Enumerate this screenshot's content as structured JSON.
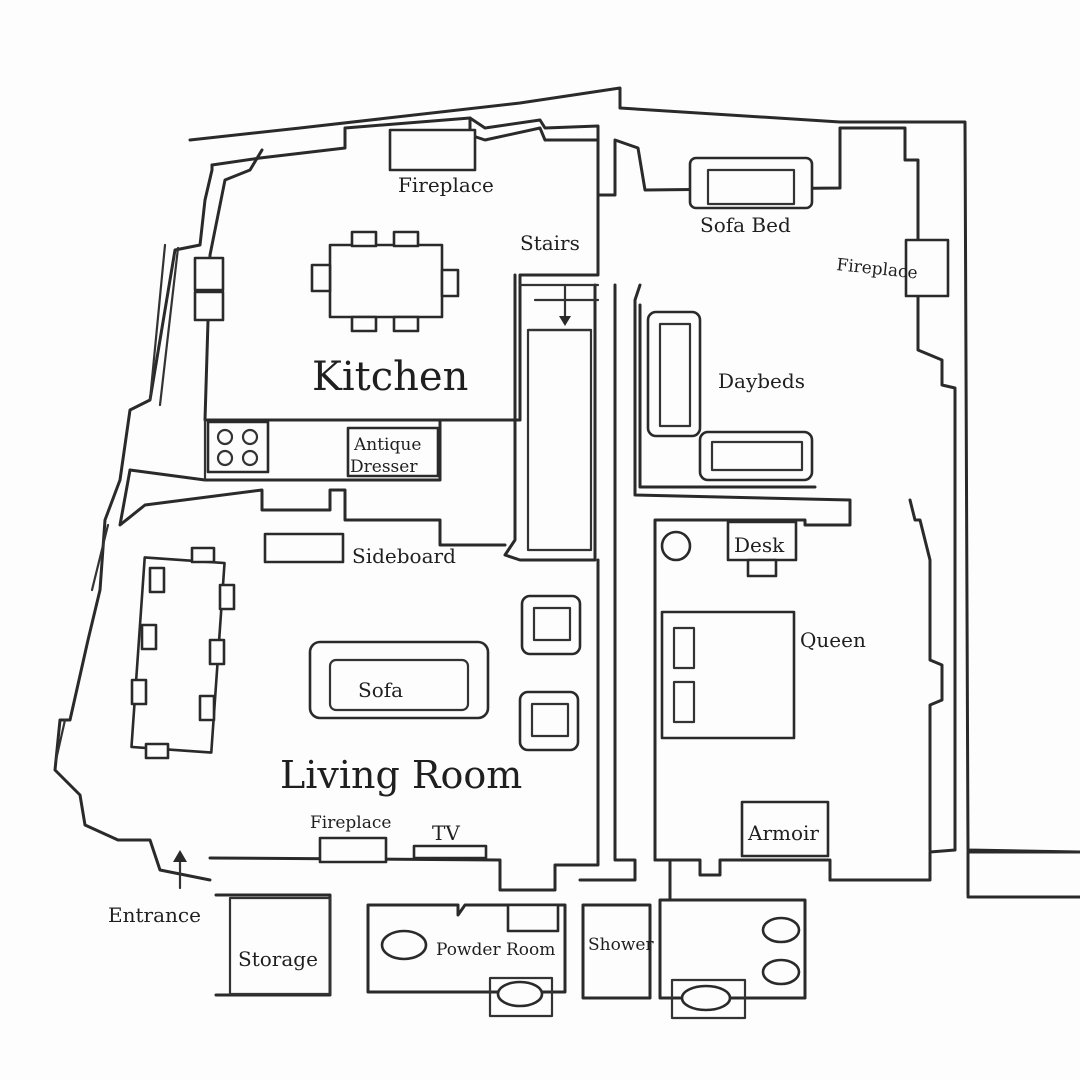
{
  "rooms": {
    "kitchen": "Kitchen",
    "living_room": "Living Room",
    "storage": "Storage",
    "powder_room": "Powder Room",
    "shower": "Shower"
  },
  "fixtures": {
    "fireplace_kitchen": "Fireplace",
    "fireplace_bedroom": "Fireplace",
    "fireplace_living": "Fireplace",
    "stairs": "Stairs",
    "sofa_bed": "Sofa Bed",
    "daybeds": "Daybeds",
    "antique_dresser_line1": "Antique",
    "antique_dresser_line2": "Dresser",
    "sideboard": "Sideboard",
    "desk": "Desk",
    "queen": "Queen",
    "sofa": "Sofa",
    "tv": "TV",
    "armoir": "Armoir",
    "entrance": "Entrance"
  },
  "colors": {
    "ink": "#2a2a2a",
    "paper": "#fdfdfd"
  }
}
